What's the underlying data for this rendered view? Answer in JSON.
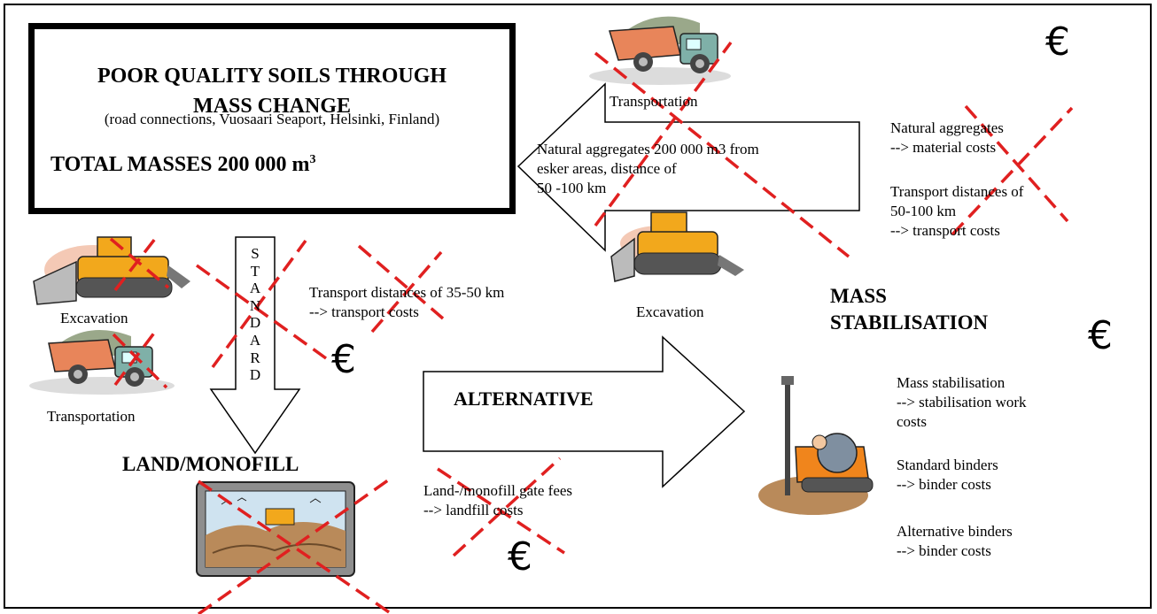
{
  "title_box": {
    "heading": "POOR QUALITY SOILS THROUGH MASS CHANGE",
    "subtitle": "(road connections, Vuosaari Seaport, Helsinki, Finland)",
    "total_prefix": "TOTAL MASSES 200 000 m",
    "total_sup": "3"
  },
  "standard_letters": [
    "S",
    "T",
    "A",
    "N",
    "D",
    "A",
    "R",
    "D"
  ],
  "labels": {
    "transportation_top": "Transportation",
    "natural_aggregates_arrow": [
      "Natural aggregates 200 000 m3 from",
      "esker areas, distance of",
      "50 -100 km"
    ],
    "natural_aggregates_cost": [
      "Natural aggregates",
      "--> material costs"
    ],
    "transport_distances_cost": [
      "Transport distances of",
      "50-100 km",
      "--> transport costs"
    ],
    "excavation_left": "Excavation",
    "transportation_left": "Transportation",
    "transport_35_50": [
      "Transport distances of 35-50 km",
      "--> transport costs"
    ],
    "excavation_right": "Excavation",
    "mass_stabilisation_title": [
      "MASS",
      "STABILISATION"
    ],
    "alternative": "ALTERNATIVE",
    "land_monofill": "LAND/MONOFILL",
    "gate_fees": [
      "Land-/monofill gate fees",
      "--> landfill costs"
    ],
    "mass_stab_cost": [
      "Mass stabilisation",
      "--> stabilisation work",
      "costs"
    ],
    "standard_binders": [
      "Standard binders",
      "--> binder costs"
    ],
    "alternative_binders": [
      "Alternative binders",
      "--> binder costs"
    ]
  },
  "euro_symbol": "€",
  "colors": {
    "cross": "#e02020",
    "truck_body": "#e8855a",
    "dozer": "#f2a81c",
    "soil": "#b98a5a"
  }
}
